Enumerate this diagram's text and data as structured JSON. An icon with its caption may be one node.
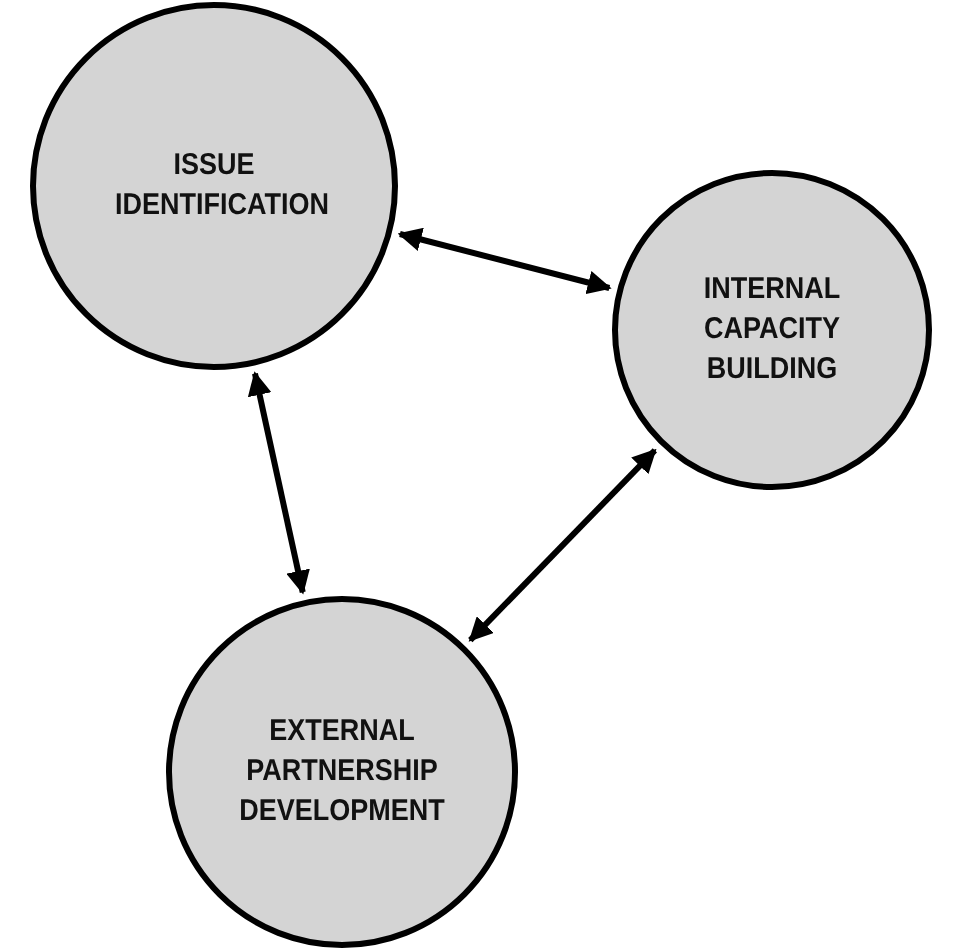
{
  "diagram": {
    "nodes": [
      {
        "text": [
          "ISSUE IDENTIFICATION"
        ]
      },
      {
        "text": [
          "INTERNAL CAPACITY BUILDING"
        ]
      },
      {
        "text": [
          "EXTERNAL PARTNERSHIP DEVELOPMENT"
        ]
      }
    ],
    "edges": [
      {
        "from": 0,
        "to": 1,
        "arrow": "both"
      },
      {
        "from": 1,
        "to": 2,
        "arrow": "both"
      },
      {
        "from": 0,
        "to": 2,
        "arrow": "both"
      }
    ]
  }
}
